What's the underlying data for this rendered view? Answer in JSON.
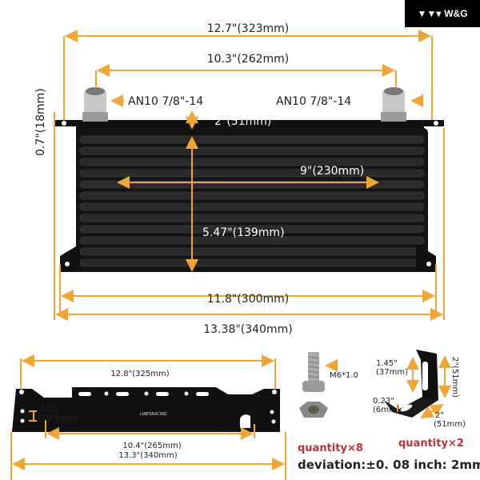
{
  "brand": {
    "name": "W&G",
    "icon": "brand-triangles-icon"
  },
  "cooler": {
    "overall_top": "12.7\"(323mm)",
    "fitting_spacing": "10.3\"(262mm)",
    "fitting_left": "AN10 7/8\"-14",
    "fitting_right": "AN10 7/8\"-14",
    "tab_height": "0.7\"(18mm)",
    "core_thickness": "2\"(51mm)",
    "core_width": "9\"(230mm)",
    "core_height": "5.47\"(139mm)",
    "mount_spacing": "11.8\"(300mm)",
    "overall_bottom": "13.38\"(340mm)"
  },
  "bracket": {
    "hole_spacing": "12.8\"(325mm)",
    "slot_height": "0.78\"",
    "slot_height_mm": "(19.7mm)",
    "inner_span": "10.4\"(265mm)",
    "overall_length": "13.3\"(340mm)",
    "logo_text": "LINESRACING"
  },
  "bolt": {
    "spec": "M6*1.0",
    "quantity": "quantity×8"
  },
  "l_bracket": {
    "slot": "1.45\"",
    "slot_mm": "(37mm)",
    "hole": "0.23\"",
    "hole_mm": "(6mm)",
    "height": "2\"(51mm)",
    "width": "2\"",
    "width_mm": "(51mm)",
    "quantity": "quantity×2"
  },
  "deviation": "deviation:±0. 08 inch: 2mm",
  "colors": {
    "dimension": "#f0a535",
    "quantity": "#c0303a"
  }
}
